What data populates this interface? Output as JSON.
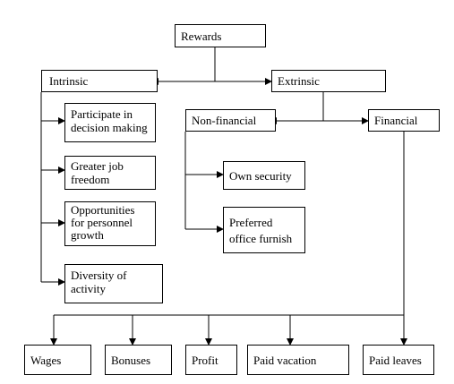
{
  "diagram": {
    "root": "Rewards",
    "intrinsic": {
      "label": "Intrinsic",
      "items": [
        "Participate in decision making",
        "Greater job freedom",
        "Opportunities for personnel growth",
        "Diversity of activity"
      ]
    },
    "extrinsic": {
      "label": "Extrinsic",
      "non_financial": {
        "label": "Non-financial",
        "items": [
          "Own security",
          "Preferred office furnish"
        ]
      },
      "financial": {
        "label": "Financial",
        "items": [
          "Wages",
          "Bonuses",
          "Profit",
          "Paid vacation",
          "Paid leaves"
        ]
      }
    }
  }
}
